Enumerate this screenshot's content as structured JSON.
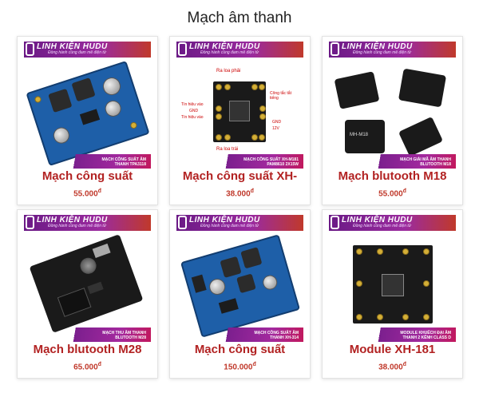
{
  "section": {
    "title": "Mạch âm thanh"
  },
  "brand": {
    "name": "LINH KIỆN HUDU",
    "slogan": "Đồng hành cùng đam mê điện tử"
  },
  "products": [
    {
      "name": "Mạch công suất",
      "price": "55.000",
      "currency": "đ",
      "banner": "MẠCH CÔNG SUẤT ÂM THANH TPA3118"
    },
    {
      "name": "Mạch công suất XH-",
      "price": "38.000",
      "currency": "đ",
      "banner": "MẠCH CÔNG SUẤT XH-M181 PAM8610 2X15W",
      "labels": {
        "top": "Ra loa phải",
        "bottom": "Ra loa trái",
        "left1": "Tín hiệu vào",
        "left2": "GND",
        "left3": "Tín hiệu vào",
        "right1": "Công tắc tắt tiếng",
        "right2": "GND",
        "right3": "12V"
      }
    },
    {
      "name": "Mạch blutooth M18",
      "price": "55.000",
      "currency": "đ",
      "banner": "MẠCH GIẢI MÃ ÂM THANH BLUTOOTH M18",
      "chip_label": "MH-M18"
    },
    {
      "name": "Mạch blutooth M28",
      "price": "65.000",
      "currency": "đ",
      "banner": "MẠCH THU ÂM THANH BLUTOOTH M28"
    },
    {
      "name": "Mạch công suất",
      "price": "150.000",
      "currency": "đ",
      "banner": "MẠCH CÔNG SUẤT ÂM THANH XH-314"
    },
    {
      "name": "Module XH-181",
      "price": "38.000",
      "currency": "đ",
      "banner": "MODULE KHUẾCH ĐẠI ÂM THANH 2 KÊNH CLASS D"
    }
  ],
  "colors": {
    "title": "#b22222",
    "price": "#c0392b",
    "banner": "#7b1f8e",
    "pcb_blue": "#1e5fa8",
    "pcb_black": "#1a1a1a"
  }
}
